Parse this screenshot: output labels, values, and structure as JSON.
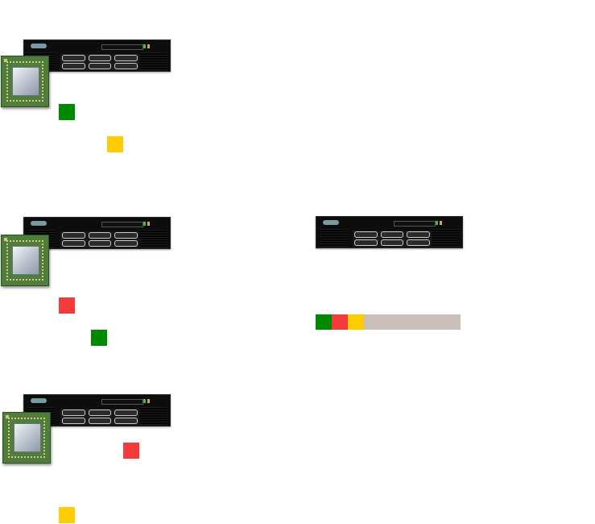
{
  "colors": {
    "green": "#008a00",
    "red": "#f23c3c",
    "yellow": "#ffcc00",
    "legend_bar": "#c9bfb8",
    "chip_substrate": "#4f7d3b",
    "server_body": "#0d0d0d"
  },
  "nodes": [
    {
      "server_icon": "rack-server-icon",
      "chip_icon": "cpu-chip-icon",
      "status": [
        "green",
        "yellow"
      ]
    },
    {
      "server_icon": "rack-server-icon",
      "chip_icon": "cpu-chip-icon",
      "status": [
        "red",
        "green"
      ]
    },
    {
      "server_icon": "rack-server-icon",
      "chip_icon": "cpu-chip-icon",
      "status": [
        "red",
        "yellow"
      ]
    }
  ],
  "standalone_server": {
    "icon": "rack-server-icon"
  },
  "legend": {
    "swatches": [
      "green",
      "red",
      "yellow"
    ]
  }
}
